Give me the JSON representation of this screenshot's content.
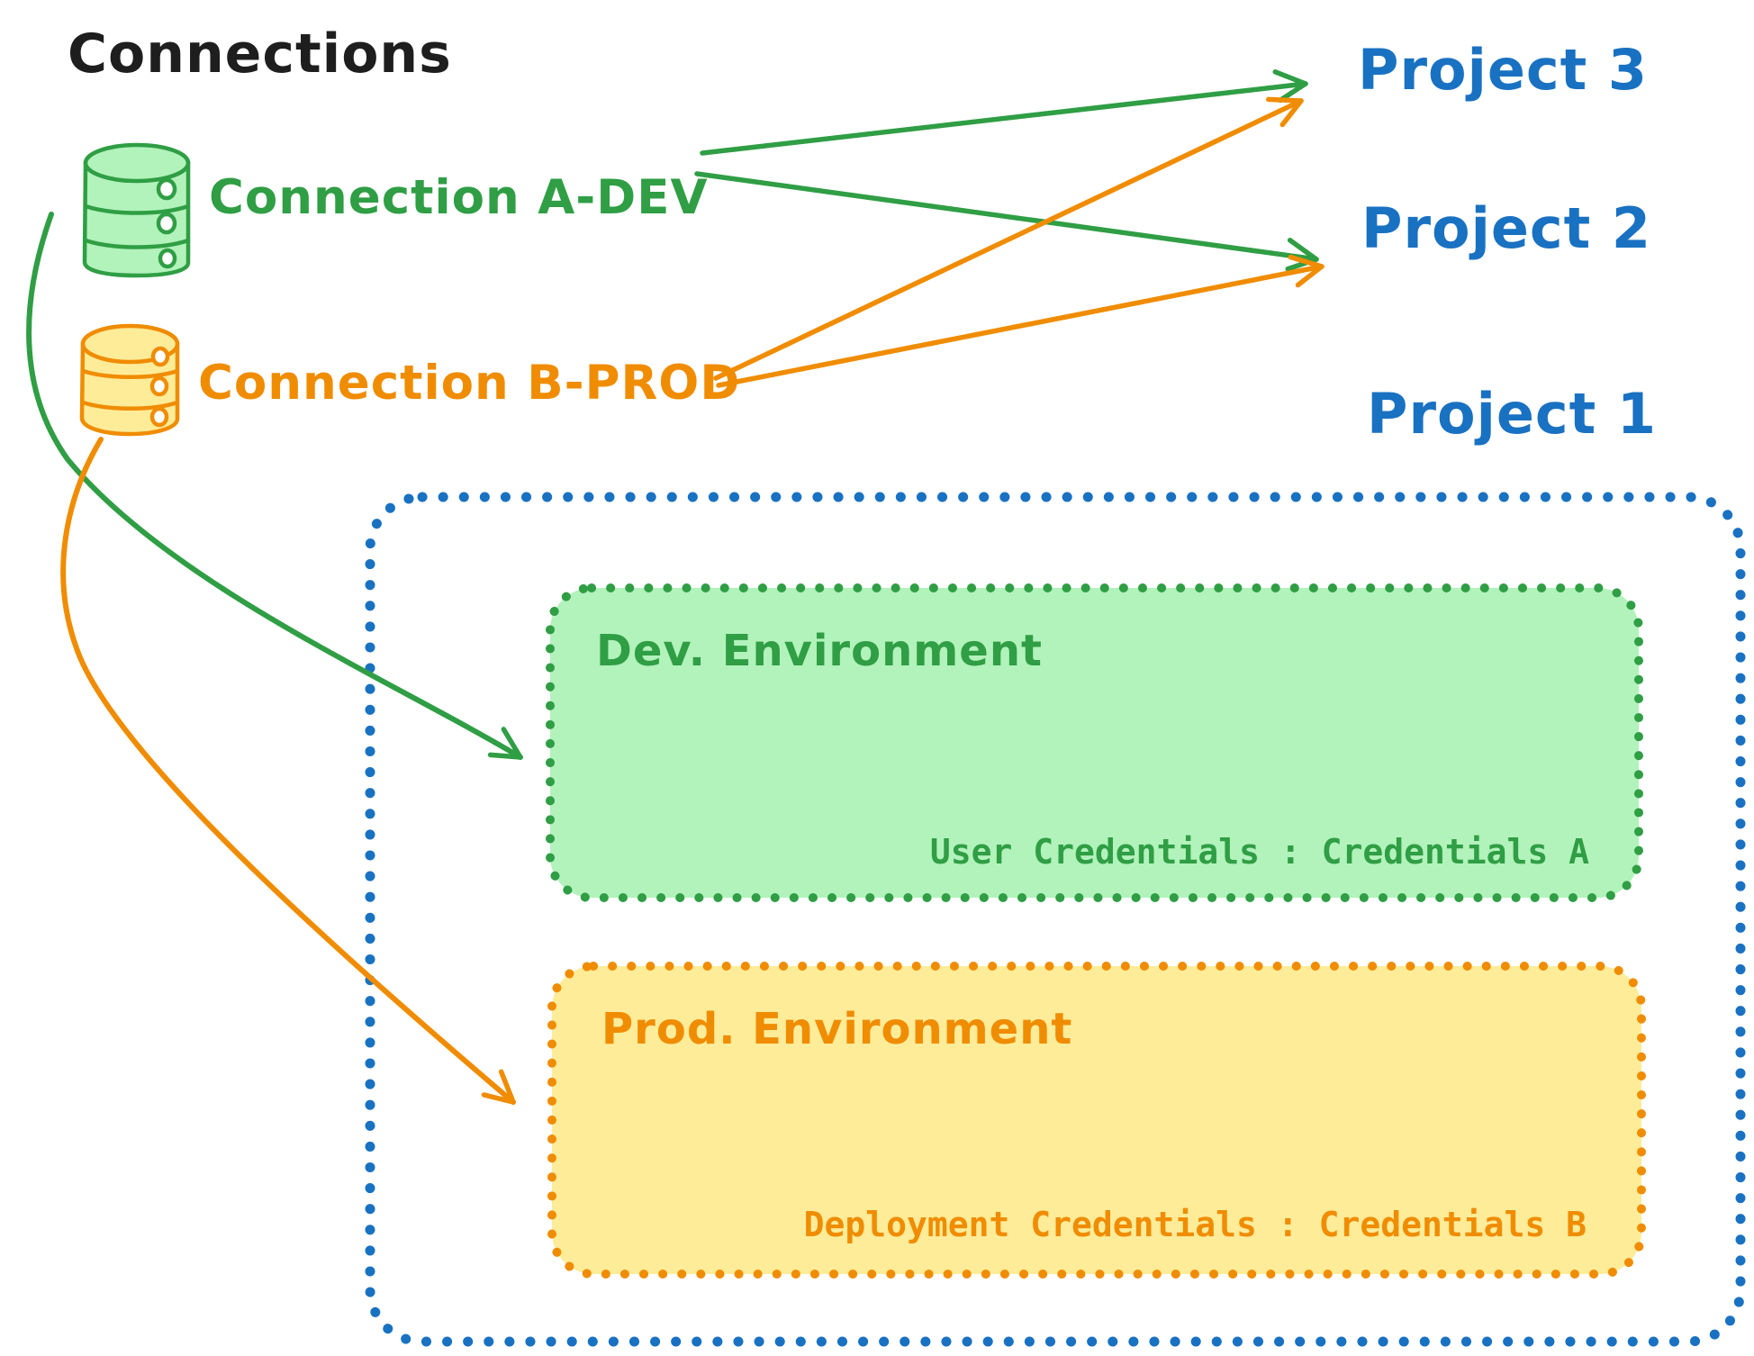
{
  "diagram": {
    "title": "Connections",
    "connections": [
      {
        "label": "Connection A-DEV",
        "color": "#2f9e44",
        "fill": "#b2f2bb",
        "icon": "database-icon"
      },
      {
        "label": "Connection B-PROD",
        "color": "#f08c00",
        "fill": "#ffec99",
        "icon": "database-icon"
      }
    ],
    "projects": [
      {
        "label": "Project 3"
      },
      {
        "label": "Project 2"
      },
      {
        "label": "Project 1"
      }
    ],
    "project1": {
      "dev_environment": {
        "title": "Dev. Environment",
        "credentials": "User Credentials : Credentials A"
      },
      "prod_environment": {
        "title": "Prod. Environment",
        "credentials": "Deployment Credentials : Credentials B"
      }
    },
    "edges": [
      {
        "from": "Connection A-DEV",
        "to": "Project 3",
        "style": "straight-arrow",
        "color": "#2f9e44"
      },
      {
        "from": "Connection A-DEV",
        "to": "Project 2",
        "style": "straight-arrow",
        "color": "#2f9e44"
      },
      {
        "from": "Connection B-PROD",
        "to": "Project 3",
        "style": "straight-arrow",
        "color": "#f08c00"
      },
      {
        "from": "Connection B-PROD",
        "to": "Project 2",
        "style": "straight-arrow",
        "color": "#f08c00"
      },
      {
        "from": "Connection A-DEV",
        "to": "Dev. Environment",
        "style": "curved-arrow",
        "color": "#2f9e44"
      },
      {
        "from": "Connection B-PROD",
        "to": "Prod. Environment",
        "style": "curved-arrow",
        "color": "#f08c00"
      }
    ],
    "colors": {
      "title_text": "#1e1e1e",
      "project_blue": "#1971c2",
      "dev_green": "#2f9e44",
      "dev_green_fill": "#b2f2bb",
      "prod_orange": "#f08c00",
      "prod_orange_fill": "#ffec99",
      "background": "#ffffff"
    }
  }
}
